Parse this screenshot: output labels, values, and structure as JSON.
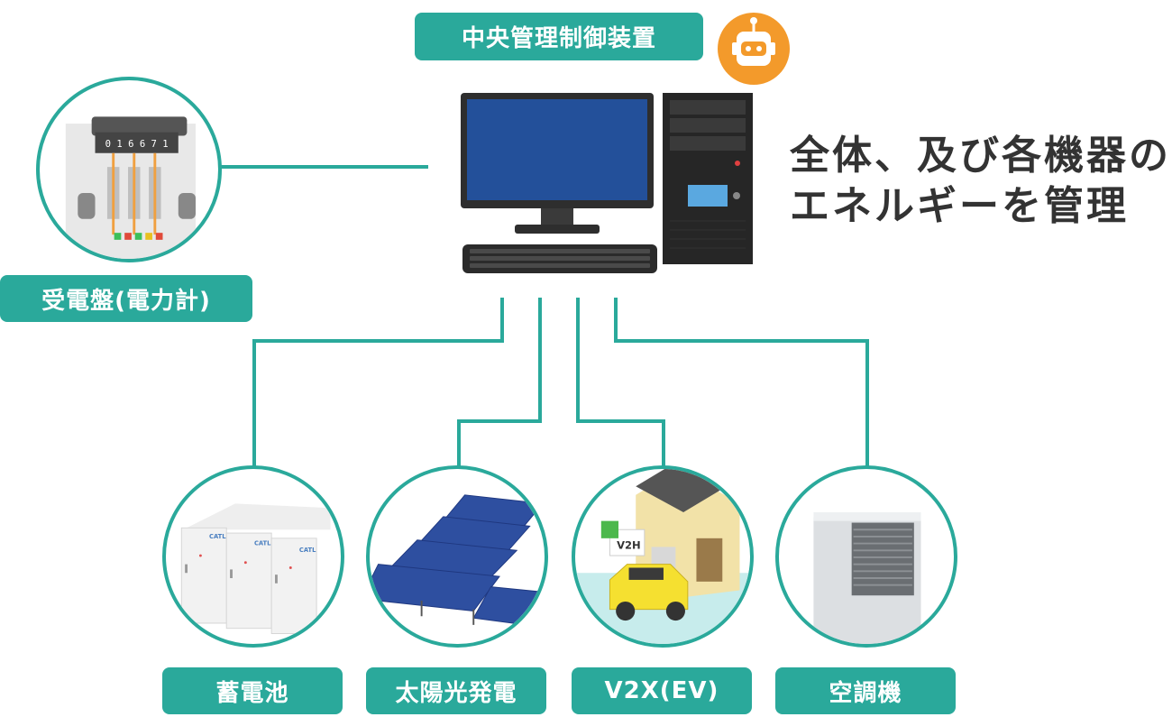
{
  "central": {
    "label": "中央管理制御装置",
    "icon": "robot-icon"
  },
  "caption": {
    "line1": "全体、及び各機器の",
    "line2": "エネルギーを管理"
  },
  "meter": {
    "label": "受電盤(電力計)",
    "display": "0 1 6 6 7 1"
  },
  "devices": [
    {
      "label": "蓄電池"
    },
    {
      "label": "太陽光発電"
    },
    {
      "label": "V2X(EV)",
      "tag": "V2H"
    },
    {
      "label": "空調機"
    }
  ],
  "battery_brand": "CATL",
  "colors": {
    "accent": "#2aa99b",
    "robot": "#f39a2b",
    "screen": "#23509a"
  }
}
